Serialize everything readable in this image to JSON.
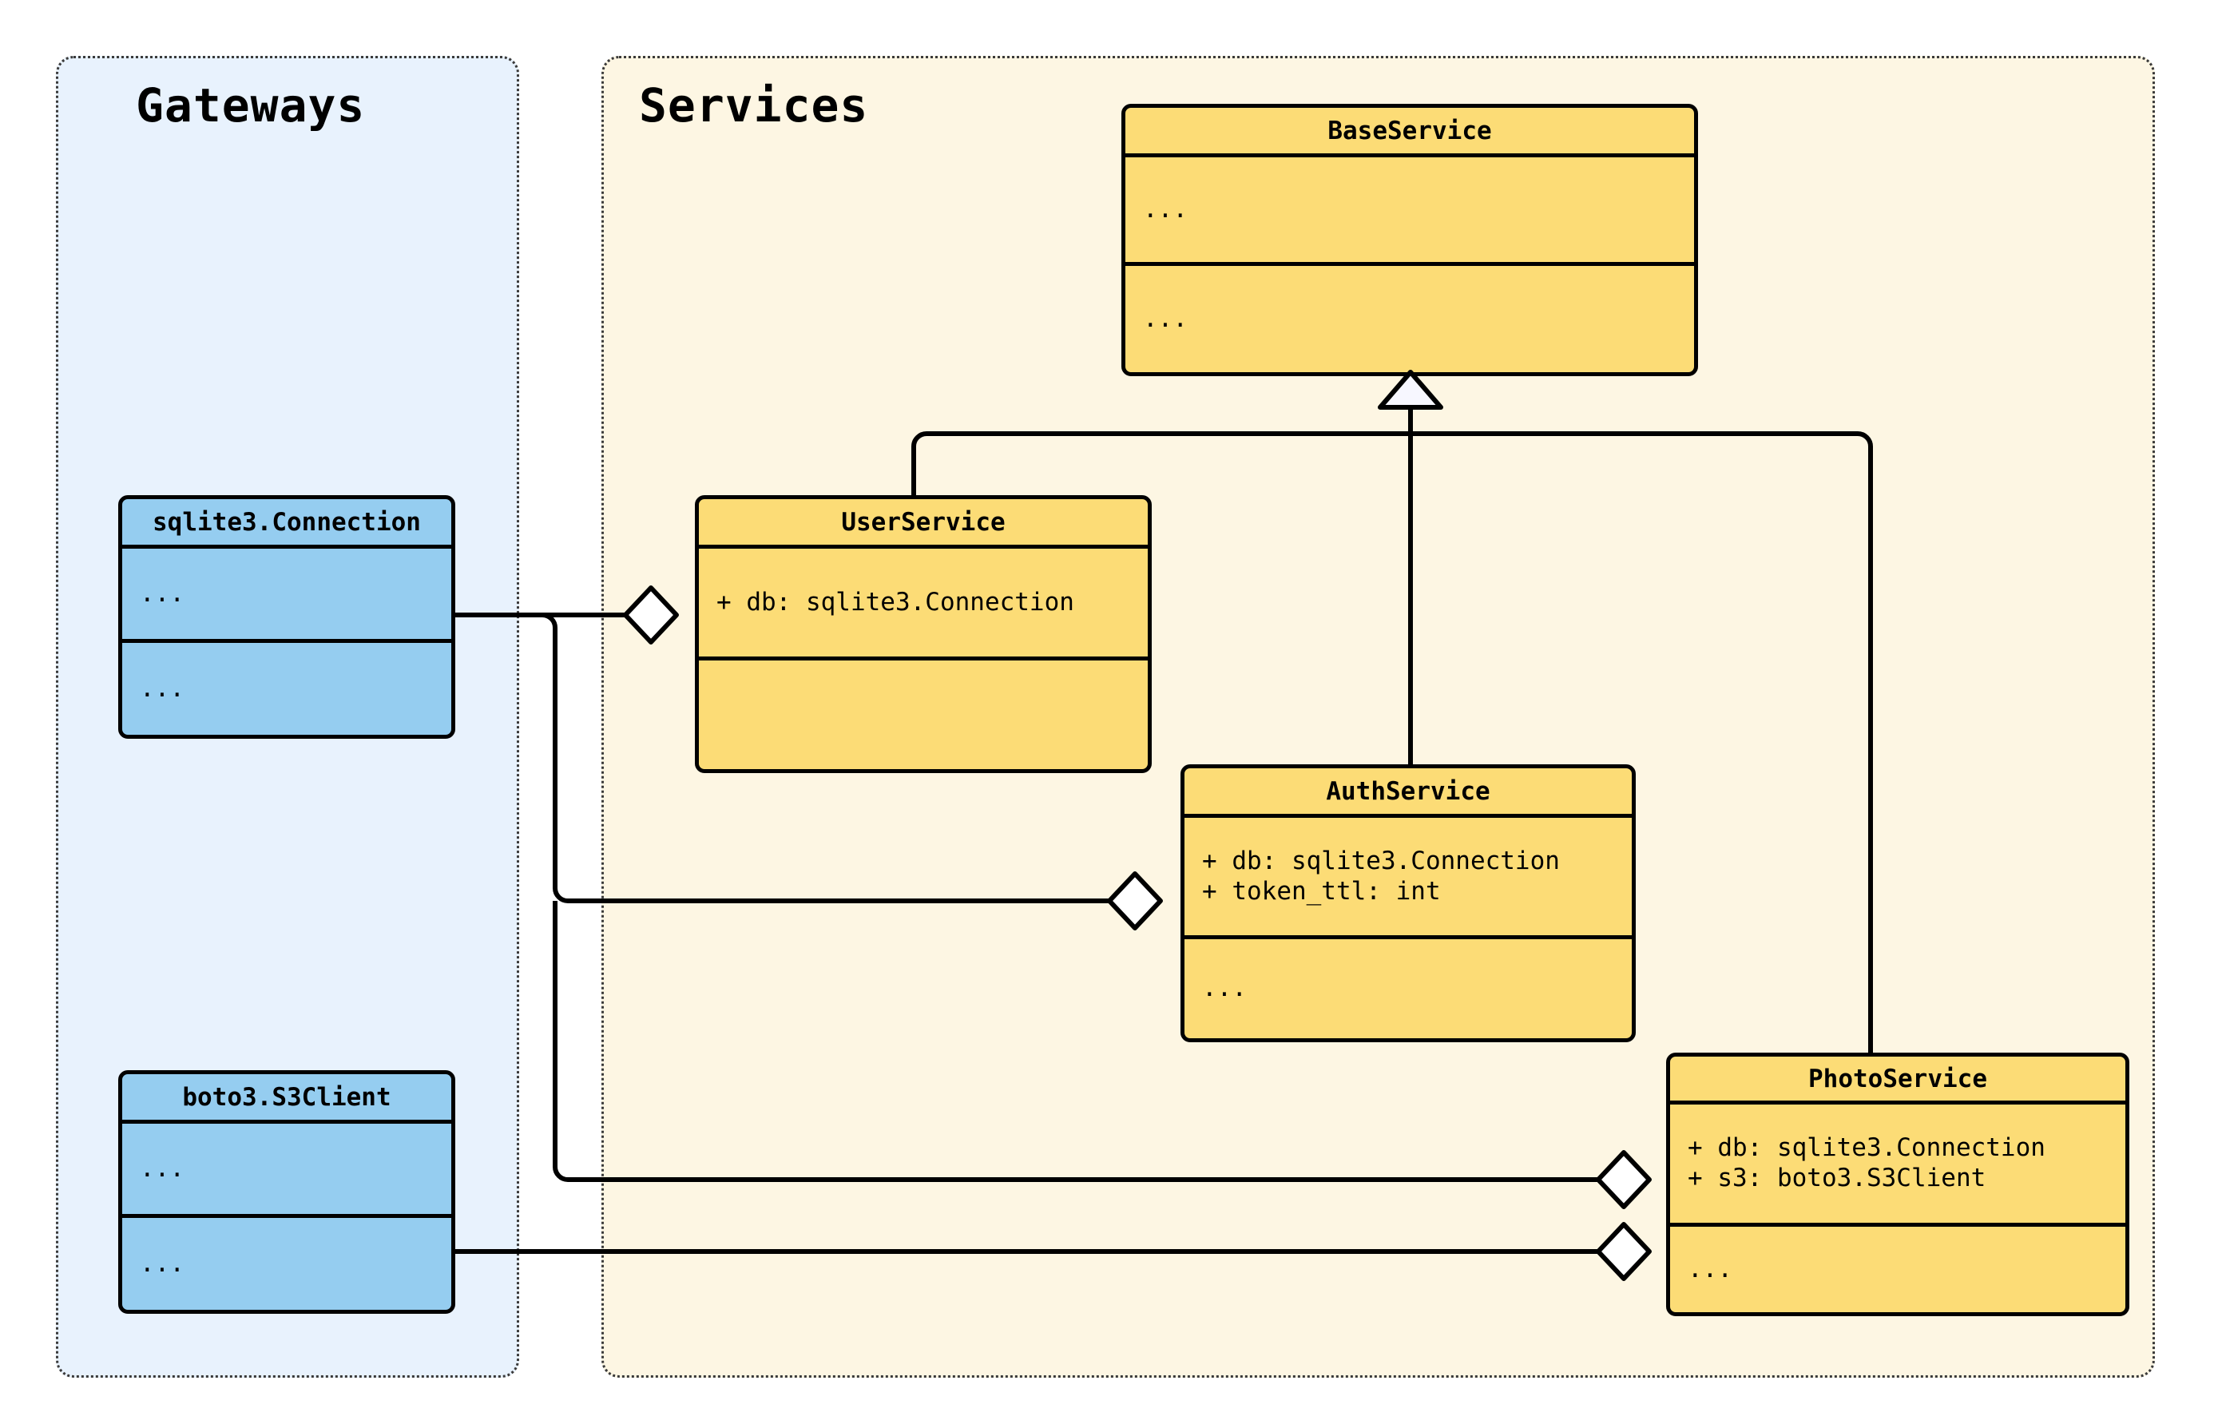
{
  "diagram": {
    "type": "uml-class-diagram",
    "background": "#ffffff",
    "edge_color": "#000000"
  },
  "packages": [
    {
      "id": "gateways",
      "title": "Gateways",
      "fill": "#e8f2fd",
      "border": "#3a3a3a"
    },
    {
      "id": "services",
      "title": "Services",
      "fill": "#fdf6e3",
      "border": "#3a3a3a"
    }
  ],
  "classes": [
    {
      "id": "sqlite3-connection",
      "name": "sqlite3.Connection",
      "package": "gateways",
      "fill": "#95cdf0",
      "stroke": "#000000",
      "attributes": [
        "..."
      ],
      "methods": [
        "..."
      ]
    },
    {
      "id": "boto3-s3client",
      "name": "boto3.S3Client",
      "package": "gateways",
      "fill": "#95cdf0",
      "stroke": "#000000",
      "attributes": [
        "..."
      ],
      "methods": [
        "..."
      ]
    },
    {
      "id": "baseservice",
      "name": "BaseService",
      "package": "services",
      "fill": "#fcdc76",
      "stroke": "#000000",
      "attributes": [
        "..."
      ],
      "methods": [
        "..."
      ]
    },
    {
      "id": "userservice",
      "name": "UserService",
      "package": "services",
      "fill": "#fcdc76",
      "stroke": "#000000",
      "attributes": [
        "+ db: sqlite3.Connection"
      ],
      "methods": [
        ""
      ]
    },
    {
      "id": "authservice",
      "name": "AuthService",
      "package": "services",
      "fill": "#fcdc76",
      "stroke": "#000000",
      "attributes": [
        "+ db: sqlite3.Connection",
        "+ token_ttl: int"
      ],
      "methods": [
        "..."
      ]
    },
    {
      "id": "photoservice",
      "name": "PhotoService",
      "package": "services",
      "fill": "#fcdc76",
      "stroke": "#000000",
      "attributes": [
        "+ db: sqlite3.Connection",
        "+ s3: boto3.S3Client"
      ],
      "methods": [
        "..."
      ]
    }
  ],
  "relationships": [
    {
      "id": "rel-1",
      "kind": "generalization",
      "from": "userservice",
      "to": "baseservice",
      "marker": "hollow-triangle"
    },
    {
      "id": "rel-2",
      "kind": "generalization",
      "from": "authservice",
      "to": "baseservice",
      "marker": "hollow-triangle"
    },
    {
      "id": "rel-3",
      "kind": "generalization",
      "from": "photoservice",
      "to": "baseservice",
      "marker": "hollow-triangle"
    },
    {
      "id": "rel-4",
      "kind": "aggregation",
      "from": "userservice",
      "to": "sqlite3-connection",
      "marker": "hollow-diamond"
    },
    {
      "id": "rel-5",
      "kind": "aggregation",
      "from": "authservice",
      "to": "sqlite3-connection",
      "marker": "hollow-diamond"
    },
    {
      "id": "rel-6",
      "kind": "aggregation",
      "from": "photoservice",
      "to": "sqlite3-connection",
      "marker": "hollow-diamond"
    },
    {
      "id": "rel-7",
      "kind": "aggregation",
      "from": "photoservice",
      "to": "boto3-s3client",
      "marker": "hollow-diamond"
    }
  ]
}
